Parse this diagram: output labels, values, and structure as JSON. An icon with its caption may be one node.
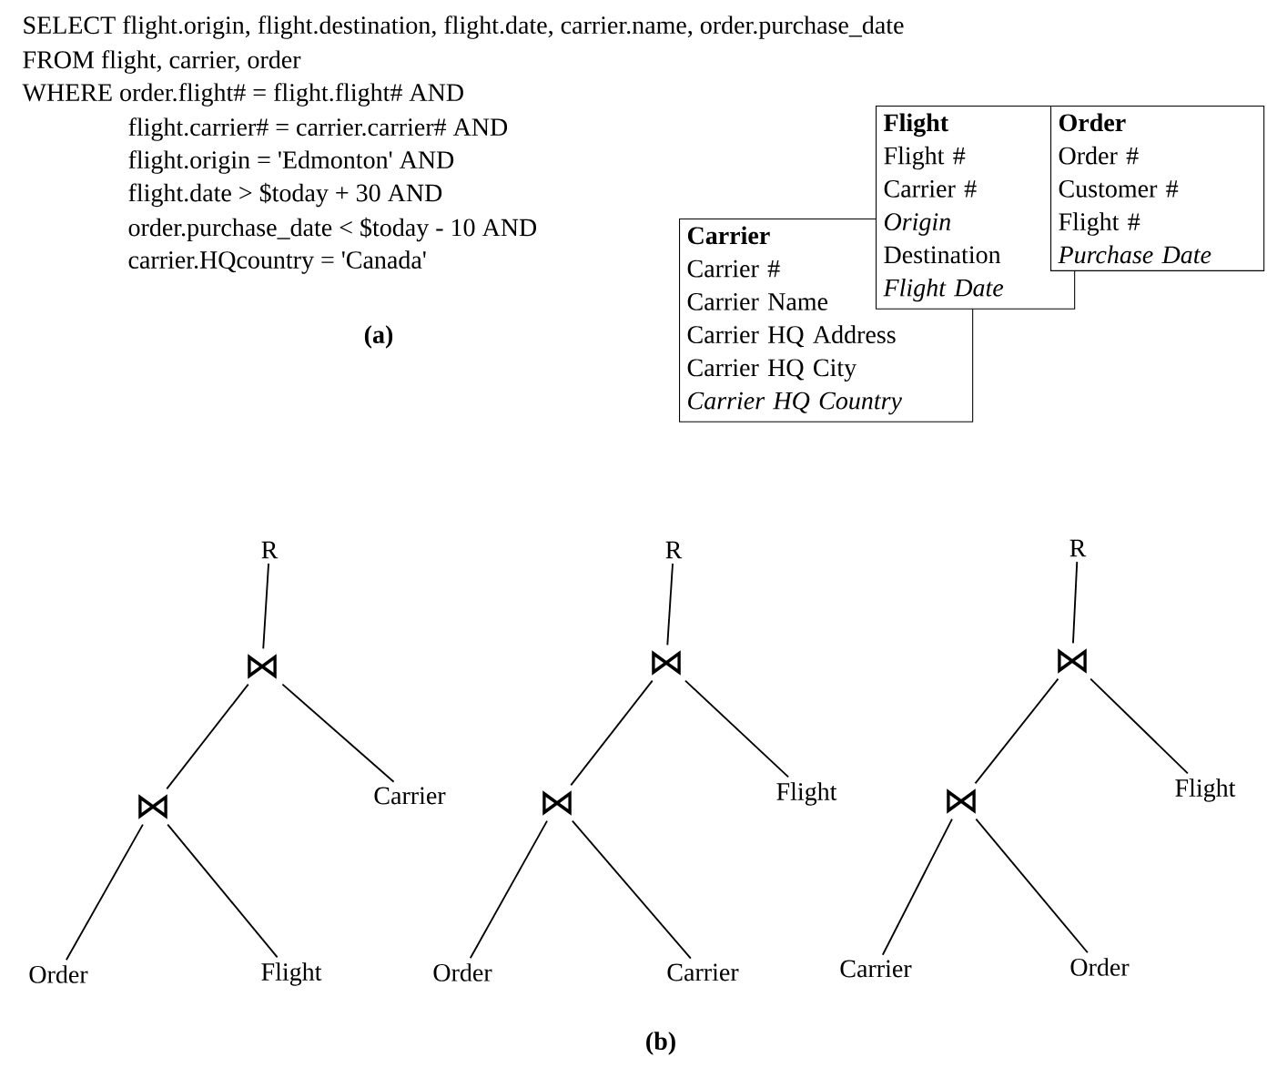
{
  "diagram": {
    "nodes": [
      {
        "text": [
          "Carrier",
          "Carrier #",
          "Carrier Name",
          "Carrier HQ Address",
          "Carrier HQ City",
          "*Carrier HQ Country*"
        ]
      },
      {
        "text": [
          "Flight",
          "Flight #",
          "Carrier #",
          "*Origin*",
          "Destination",
          "*Flight Date*"
        ]
      },
      {
        "text": [
          "Order",
          "Order #",
          "Customer #",
          "Flight #",
          "*Purchase Date*"
        ]
      },
      {
        "text": [
          "R"
        ]
      },
      {
        "text": [
          "⋈"
        ]
      },
      {
        "text": [
          "⋈"
        ]
      },
      {
        "text": [
          "Carrier"
        ]
      },
      {
        "text": [
          "Order"
        ]
      },
      {
        "text": [
          "Flight"
        ]
      },
      {
        "text": [
          "R"
        ]
      },
      {
        "text": [
          "⋈"
        ]
      },
      {
        "text": [
          "⋈"
        ]
      },
      {
        "text": [
          "Flight"
        ]
      },
      {
        "text": [
          "Order"
        ]
      },
      {
        "text": [
          "Carrier"
        ]
      },
      {
        "text": [
          "R"
        ]
      },
      {
        "text": [
          "⋈"
        ]
      },
      {
        "text": [
          "⋈"
        ]
      },
      {
        "text": [
          "Flight"
        ]
      },
      {
        "text": [
          "Carrier"
        ]
      },
      {
        "text": [
          "Order"
        ]
      }
    ],
    "edges": [
      {
        "from": 3,
        "to": 4,
        "arrow": "none"
      },
      {
        "from": 4,
        "to": 5,
        "arrow": "none"
      },
      {
        "from": 4,
        "to": 6,
        "arrow": "none"
      },
      {
        "from": 5,
        "to": 7,
        "arrow": "none"
      },
      {
        "from": 5,
        "to": 8,
        "arrow": "none"
      },
      {
        "from": 9,
        "to": 10,
        "arrow": "none"
      },
      {
        "from": 10,
        "to": 11,
        "arrow": "none"
      },
      {
        "from": 10,
        "to": 12,
        "arrow": "none"
      },
      {
        "from": 11,
        "to": 13,
        "arrow": "none"
      },
      {
        "from": 11,
        "to": 14,
        "arrow": "none"
      },
      {
        "from": 15,
        "to": 16,
        "arrow": "none"
      },
      {
        "from": 16,
        "to": 17,
        "arrow": "none"
      },
      {
        "from": 16,
        "to": 18,
        "arrow": "none"
      },
      {
        "from": 17,
        "to": 19,
        "arrow": "none"
      },
      {
        "from": 17,
        "to": 20,
        "arrow": "none"
      }
    ],
    "labels": [
      "SELECT flight.origin, flight.destination, flight.date, carrier.name, order.purchase_date",
      "FROM flight, carrier, order",
      "WHERE order.flight# = flight.flight# AND",
      "flight.carrier# = carrier.carrier# AND",
      "flight.origin = 'Edmonton' AND",
      "flight.date > $today + 30 AND",
      "order.purchase_date < $today - 10 AND",
      "carrier.HQcountry = 'Canada'",
      "(a)",
      "(b)"
    ]
  }
}
